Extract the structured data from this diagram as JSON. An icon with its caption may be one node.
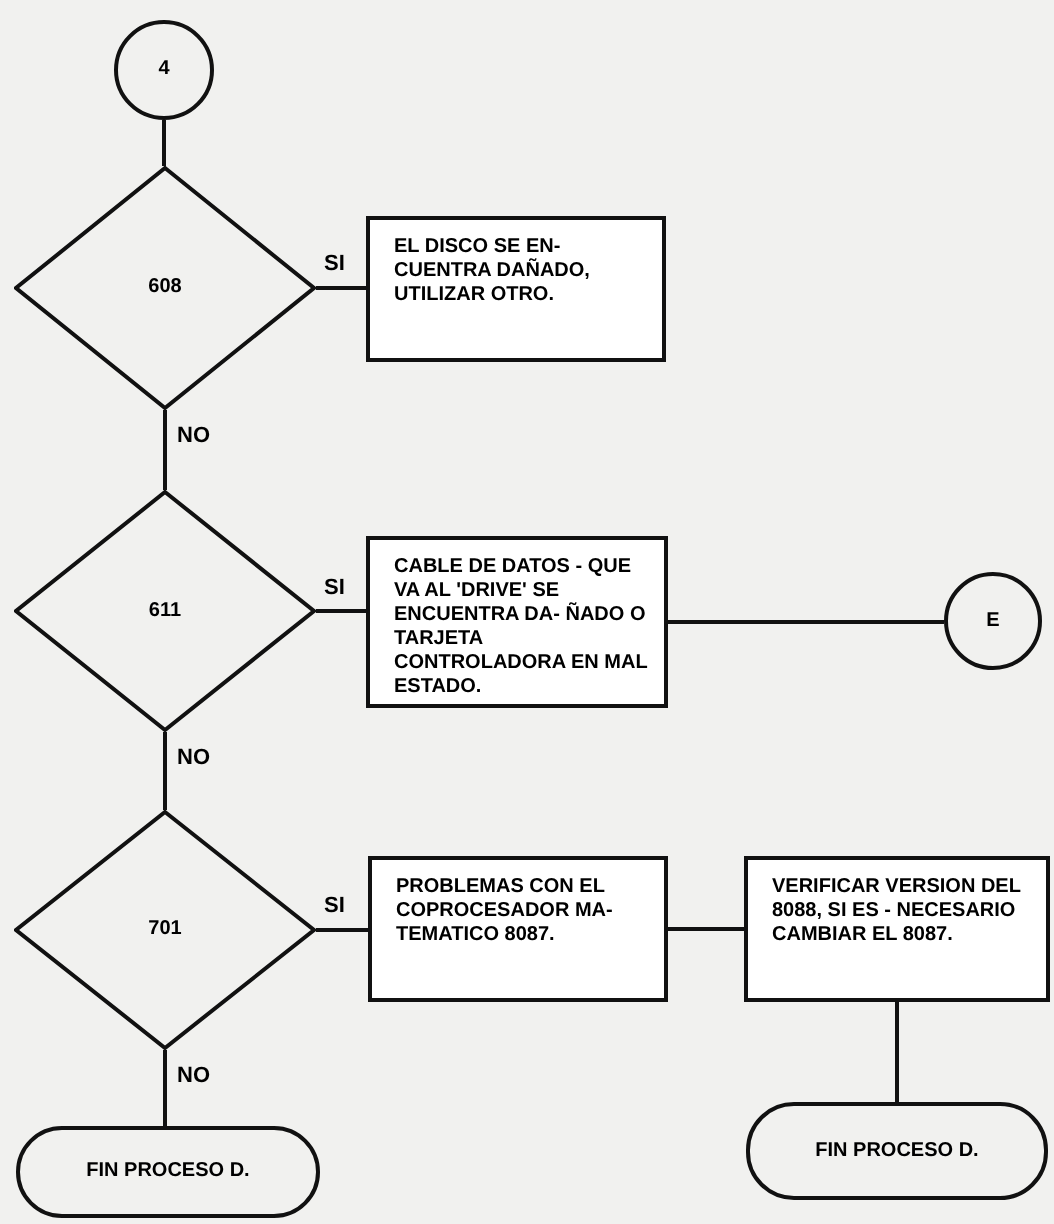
{
  "diagram": {
    "nodes": [
      {
        "text": [
          "4"
        ]
      },
      {
        "text": [
          "608"
        ]
      },
      {
        "text": [
          "EL DISCO SE EN- CUENTRA DAÑADO, UTILIZAR OTRO."
        ]
      },
      {
        "text": [
          "611"
        ]
      },
      {
        "text": [
          "CABLE DE DATOS - QUE VA AL 'DRIVE' SE ENCUENTRA DA- ÑADO O TARJETA CONTROLADORA EN MAL ESTADO."
        ]
      },
      {
        "text": [
          "E"
        ]
      },
      {
        "text": [
          "701"
        ]
      },
      {
        "text": [
          "PROBLEMAS CON EL COPROCESADOR MA- TEMATICO 8087."
        ]
      },
      {
        "text": [
          "VERIFICAR VERSION DEL 8088, SI ES - NECESARIO CAMBIAR EL 8087."
        ]
      },
      {
        "text": [
          "FIN PROCESO D."
        ]
      },
      {
        "text": [
          "FIN PROCESO D."
        ]
      }
    ],
    "edges": [
      {
        "from": 0,
        "to": 1,
        "arrow": "none"
      },
      {
        "from": 1,
        "to": 2,
        "arrow": "none",
        "label": "SI"
      },
      {
        "from": 1,
        "to": 3,
        "arrow": "none",
        "label": "NO"
      },
      {
        "from": 3,
        "to": 4,
        "arrow": "none",
        "label": "SI"
      },
      {
        "from": 4,
        "to": 5,
        "arrow": "none"
      },
      {
        "from": 3,
        "to": 6,
        "arrow": "none",
        "label": "NO"
      },
      {
        "from": 6,
        "to": 7,
        "arrow": "none",
        "label": "SI"
      },
      {
        "from": 7,
        "to": 8,
        "arrow": "none"
      },
      {
        "from": 8,
        "to": 10,
        "arrow": "none"
      },
      {
        "from": 6,
        "to": 9,
        "arrow": "none",
        "label": "NO"
      }
    ]
  }
}
